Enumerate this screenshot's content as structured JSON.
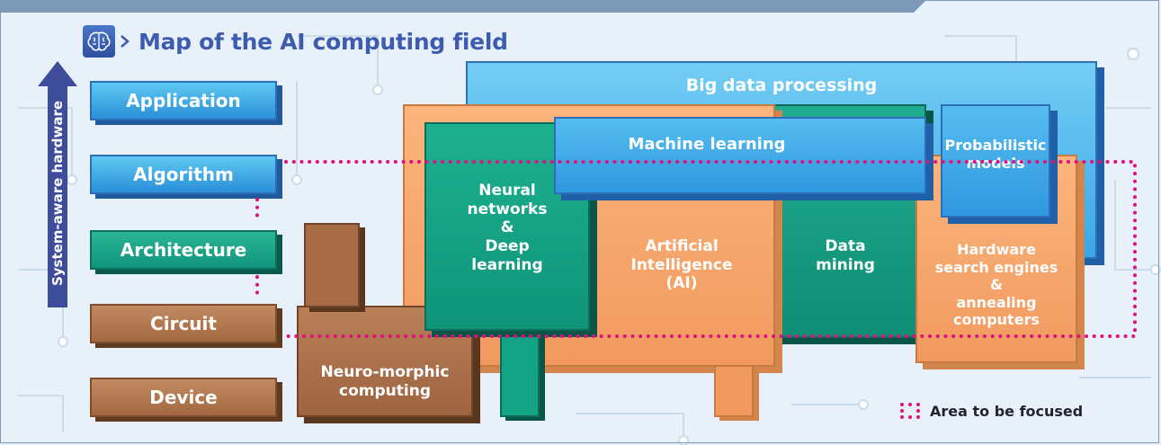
{
  "title": "Map of the AI computing field",
  "axis_label": "System-aware hardware",
  "layers": {
    "application": "Application",
    "algorithm": "Algorithm",
    "architecture": "Architecture",
    "circuit": "Circuit",
    "device": "Device"
  },
  "fields": {
    "big_data": "Big data processing",
    "machine_learning": "Machine learning",
    "probabilistic": "Probabilistic\nmodels",
    "neural": "Neural\nnetworks\n&\nDeep\nlearning",
    "ai": "Artificial\nIntelligence\n(AI)",
    "data_mining": "Data\nmining",
    "hardware_search": "Hardware\nsearch engines\n&\nannealing\ncomputers",
    "neuromorphic": "Neuro-morphic\ncomputing"
  },
  "legend": "Area to be focused",
  "colors": {
    "layer_blue": "#3aa6e6",
    "layer_teal": "#1ca98b",
    "layer_brown": "#b37a52",
    "big_data": "#5bbcee",
    "ai_orange": "#f6a56b",
    "neural_teal": "#13a486",
    "focus_dots": "#e0117f",
    "title": "#3e5bb0"
  },
  "icons": [
    "brain-icon",
    "chevron-right-icon",
    "up-arrow-icon"
  ]
}
